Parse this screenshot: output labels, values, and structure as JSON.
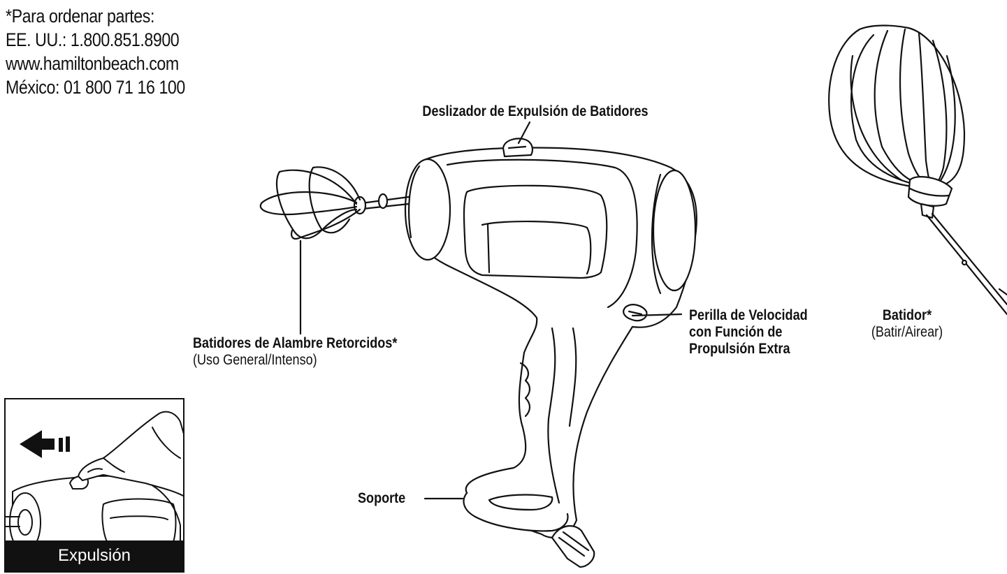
{
  "contact": {
    "line1": "*Para ordenar partes:",
    "line2": "EE. UU.: 1.800.851.8900",
    "line3": "www.hamiltonbeach.com",
    "line4": "México: 01 800 71 16 100"
  },
  "labels": {
    "ejector": "Deslizador de Expulsión de Batidores",
    "beaters_title": "Batidores de Alambre Retorcidos*",
    "beaters_sub": "(Uso General/Intenso)",
    "speed_line1": "Perilla de Velocidad",
    "speed_line2": "con Función de",
    "speed_line3": "Propulsión Extra",
    "whisk_title": "Batidor*",
    "whisk_sub": "(Batir/Airear)",
    "stand": "Soporte"
  },
  "inset": {
    "caption": "Expulsión"
  },
  "icons": [
    "hand-mixer-illustration",
    "twisted-wire-beaters-illustration",
    "whisk-illustration",
    "eject-arrow-icon",
    "hand-icon"
  ]
}
